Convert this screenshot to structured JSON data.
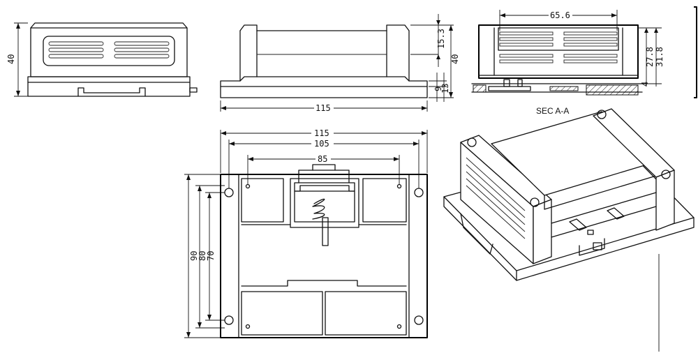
{
  "dimensions": {
    "front_height": "40",
    "side_length": "115",
    "side_cover_height": "15.3",
    "side_total_height": "40",
    "side_rail_a": "9",
    "side_rail_b": "13",
    "section_inner_width": "65.6",
    "section_height_a": "27.8",
    "section_height_b": "31.8",
    "section_base": "4",
    "top_width_total": "115",
    "top_width_mid": "105",
    "top_width_holes": "85",
    "top_height_total": "90",
    "top_height_mid": "80",
    "top_height_holes": "70"
  },
  "labels": {
    "section": "SEC A-A"
  }
}
